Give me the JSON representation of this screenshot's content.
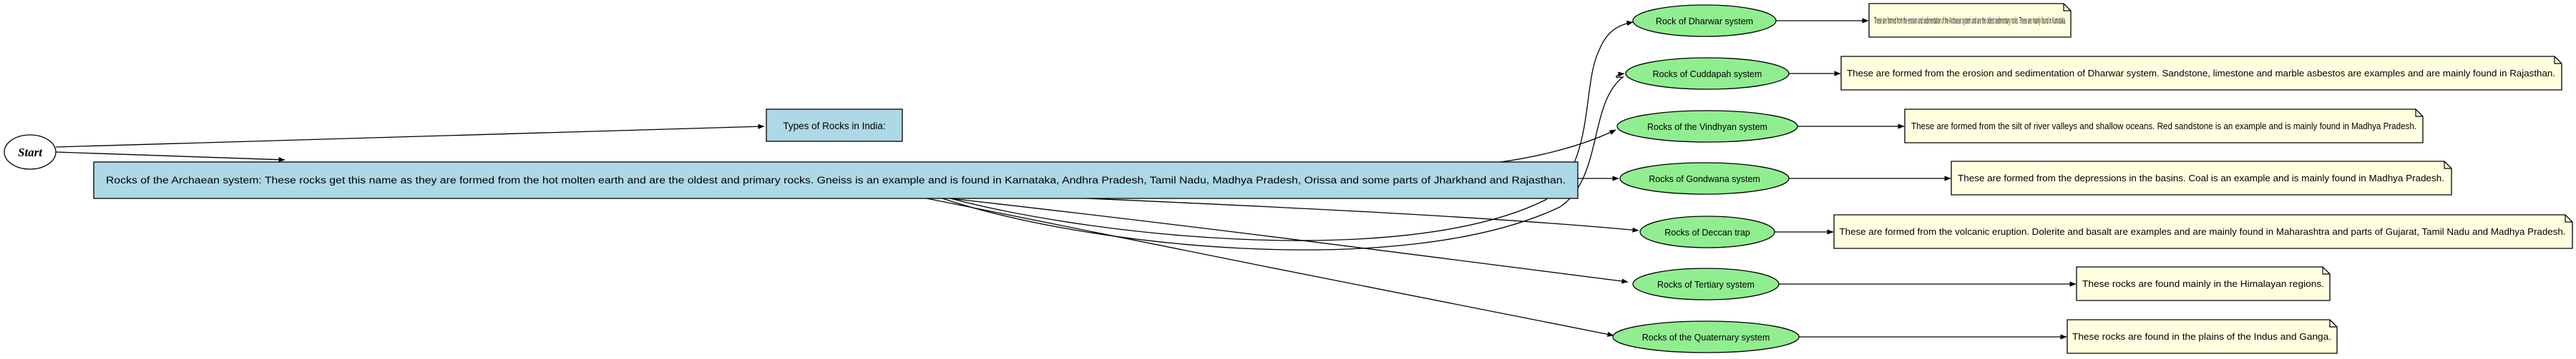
{
  "diagram": {
    "start": {
      "label": "Start"
    },
    "title_box": {
      "label": "Types of Rocks in India:"
    },
    "archaean_box": {
      "label": "Rocks of the Archaean system: These rocks get this name as they are formed from the hot molten earth and are the oldest and primary rocks. Gneiss is an example and is found in Karnataka, Andhra Pradesh, Tamil Nadu, Madhya Pradesh, Orissa and some parts of Jharkhand and Rajasthan."
    },
    "systems": [
      {
        "label": "Rock of Dharwar system",
        "note": "These are formed from the erosion and sedimentation of the Archaean system and are the oldest sedimentary rocks. These are mainly found in Karnataka."
      },
      {
        "label": "Rocks of Cuddapah system",
        "note": "These are formed from the erosion and sedimentation of Dharwar system. Sandstone, limestone and marble asbestos are examples and are mainly found in Rajasthan."
      },
      {
        "label": "Rocks of the Vindhyan system",
        "note": "These are formed from the silt of river valleys and shallow oceans. Red sandstone is an example and is mainly found in Madhya Pradesh."
      },
      {
        "label": "Rocks of Gondwana system",
        "note": "These are formed from the depressions in the basins. Coal is an example and is mainly found in Madhya Pradesh."
      },
      {
        "label": "Rocks of Deccan trap",
        "note": "These are formed from the volcanic eruption. Dolerite and basalt are examples and are mainly found in Maharashtra and parts of Gujarat, Tamil Nadu and Madhya Pradesh."
      },
      {
        "label": "Rocks of Tertiary system",
        "note": "These rocks are found mainly in the Himalayan regions."
      },
      {
        "label": "Rocks of the Quaternary system",
        "note": "These rocks are found in the plains of the Indus and Ganga."
      }
    ]
  }
}
